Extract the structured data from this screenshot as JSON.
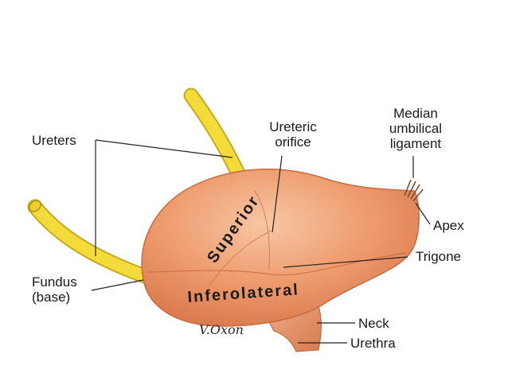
{
  "labels": {
    "ureters": "Ureters",
    "ureteric_orifice": [
      "Ureteric",
      "orifice"
    ],
    "median_umbilical_ligament": [
      "Median",
      "umbilical",
      "ligament"
    ],
    "apex": "Apex",
    "trigone": "Trigone",
    "fundus": [
      "Fundus",
      "(base)"
    ],
    "neck": "Neck",
    "urethra": "Urethra",
    "superior": "Superior",
    "inferolateral": "Inferolateral"
  },
  "signature": "V.Oxon",
  "colors": {
    "ureter": "#f3dc3a",
    "bladder": "#ee9a6c",
    "bladder_shadow": "#d97a4e",
    "leader": "#222222"
  }
}
